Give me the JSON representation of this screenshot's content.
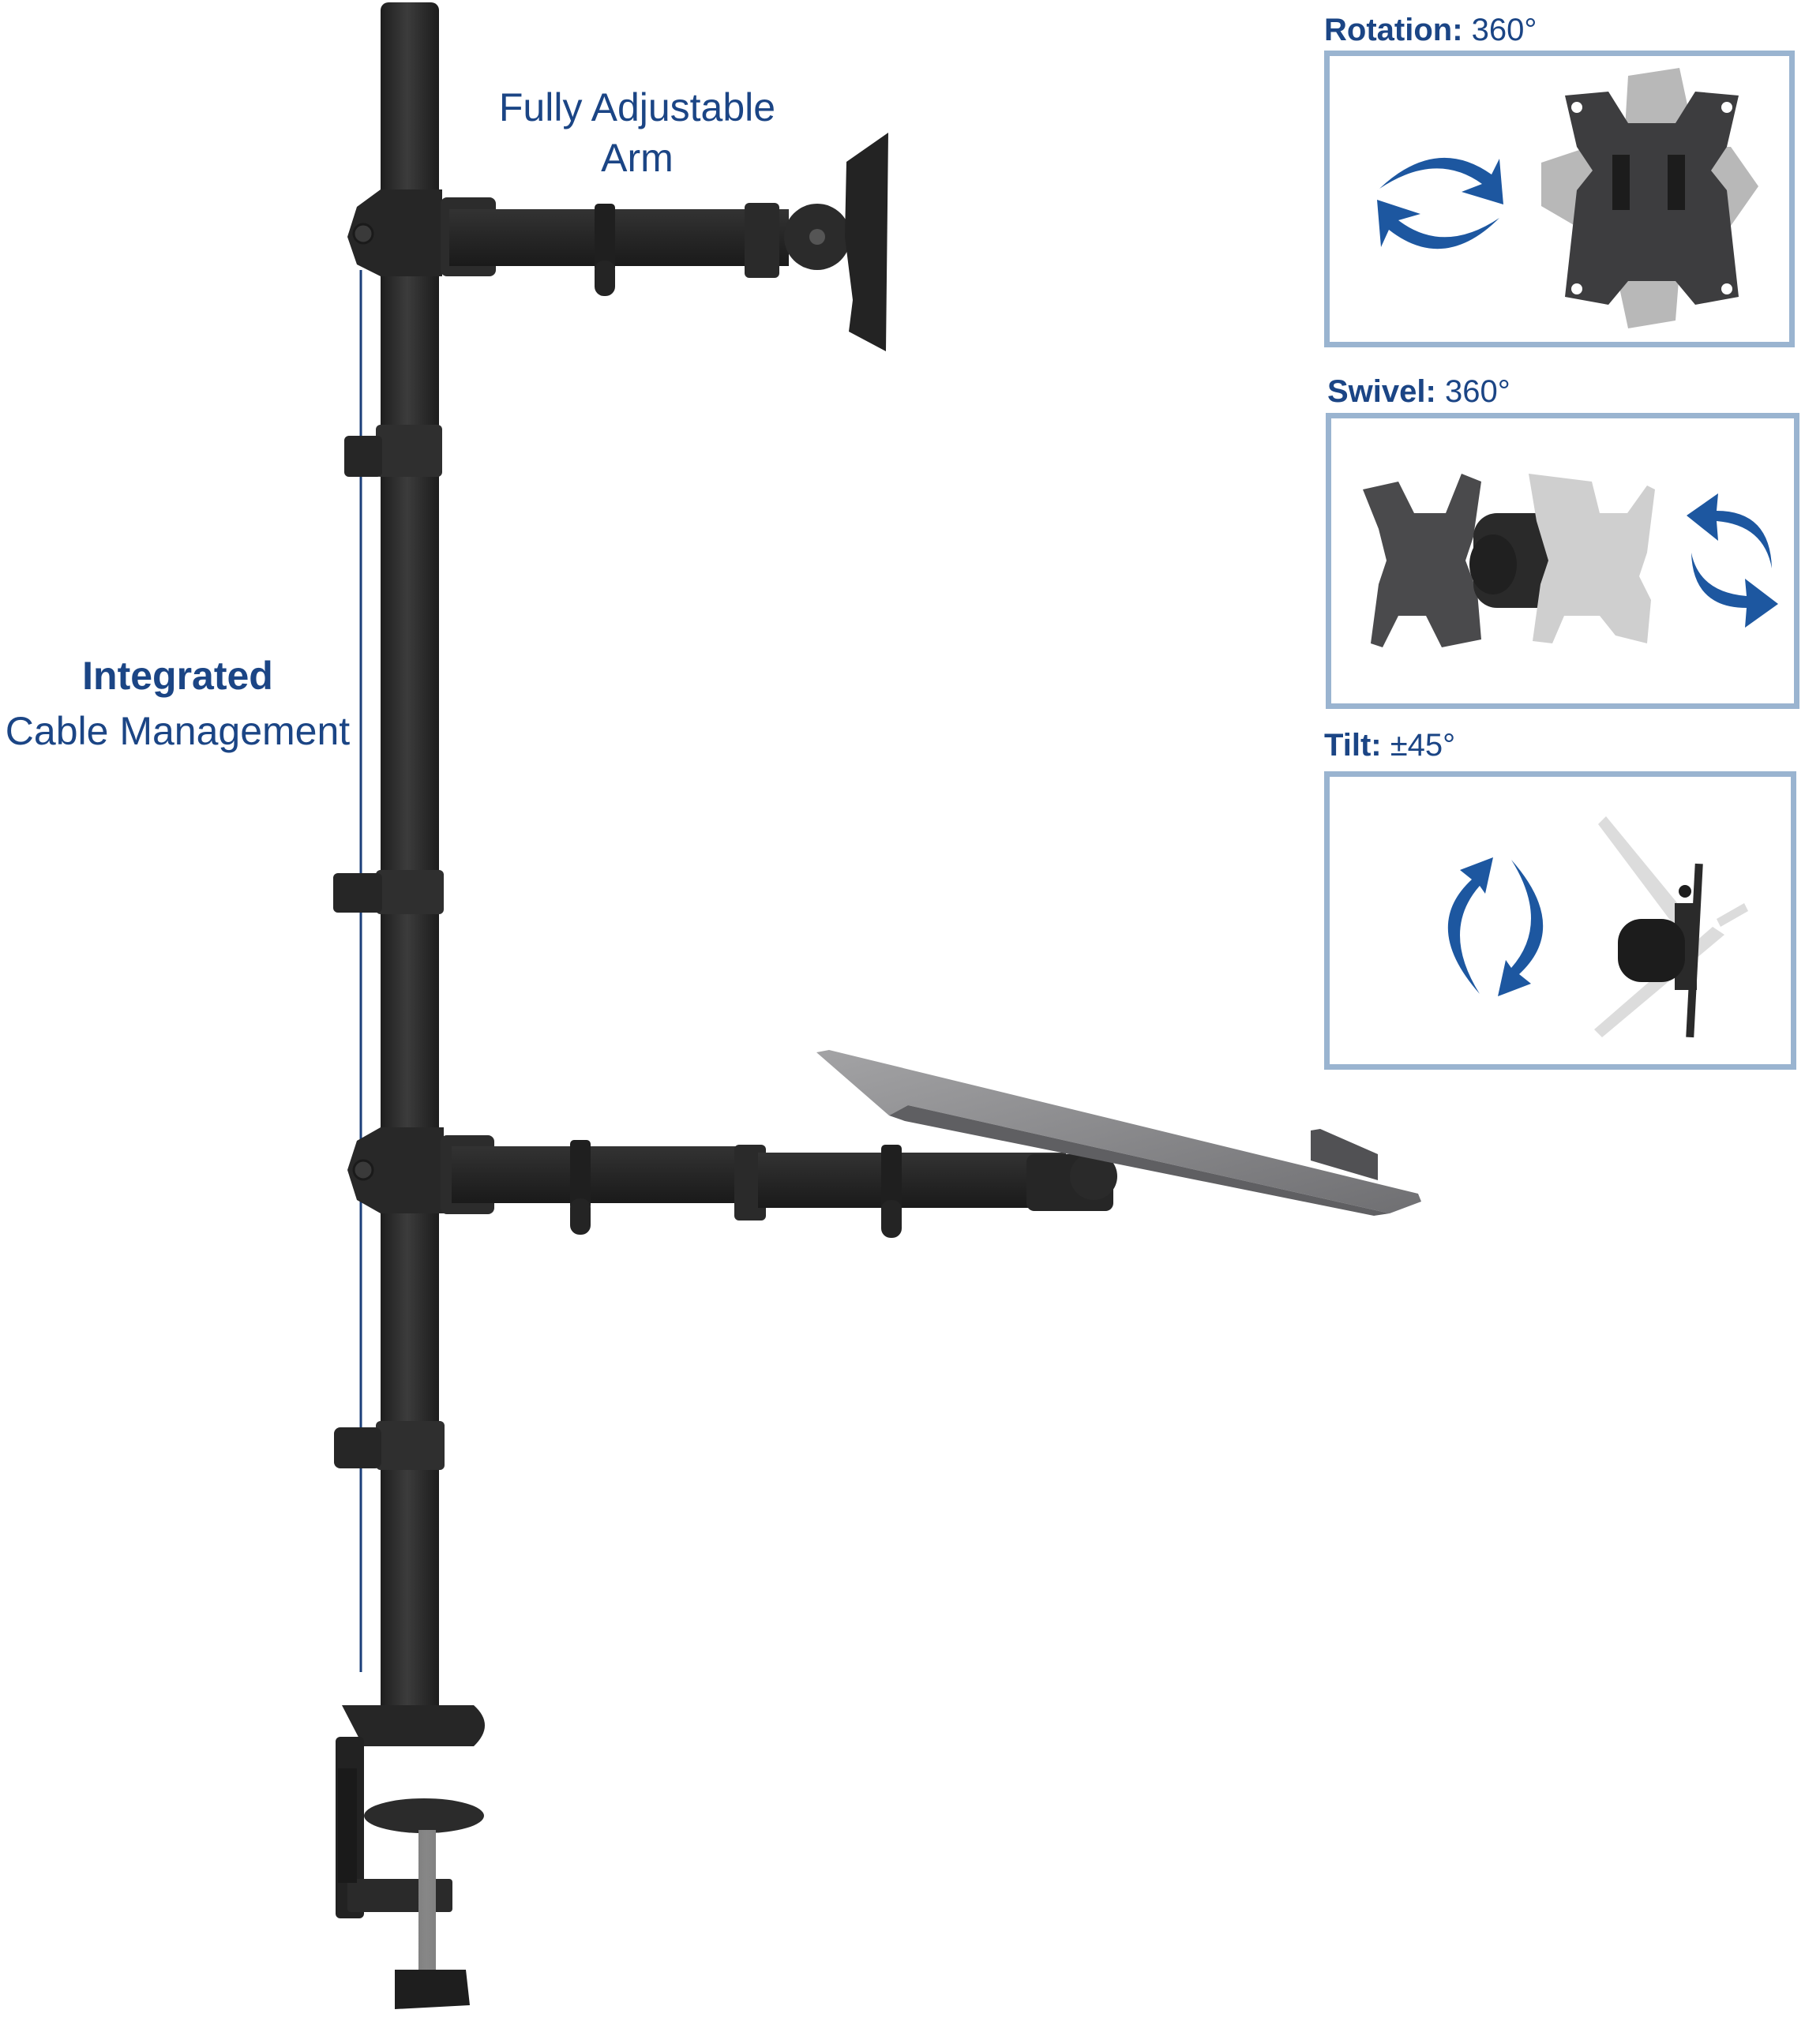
{
  "callouts": {
    "arm": {
      "line1": "Fully Adjustable",
      "line2": "Arm"
    },
    "cable": {
      "line1": "Integrated",
      "line2": "Cable Management"
    }
  },
  "features": [
    {
      "key": "Rotation:",
      "value": "360°",
      "icon": "rotation-arrows-icon"
    },
    {
      "key": "Swivel:",
      "value": "360°",
      "icon": "swivel-arrows-icon"
    },
    {
      "key": "Tilt:",
      "value": "±45°",
      "icon": "tilt-arrows-icon"
    }
  ],
  "colors": {
    "text_blue": "#1b4585",
    "arrow_blue": "#1d57a0",
    "box_border": "#9ab4d0",
    "pole": "#2e2e2e",
    "tray": "#8a8a8c"
  }
}
